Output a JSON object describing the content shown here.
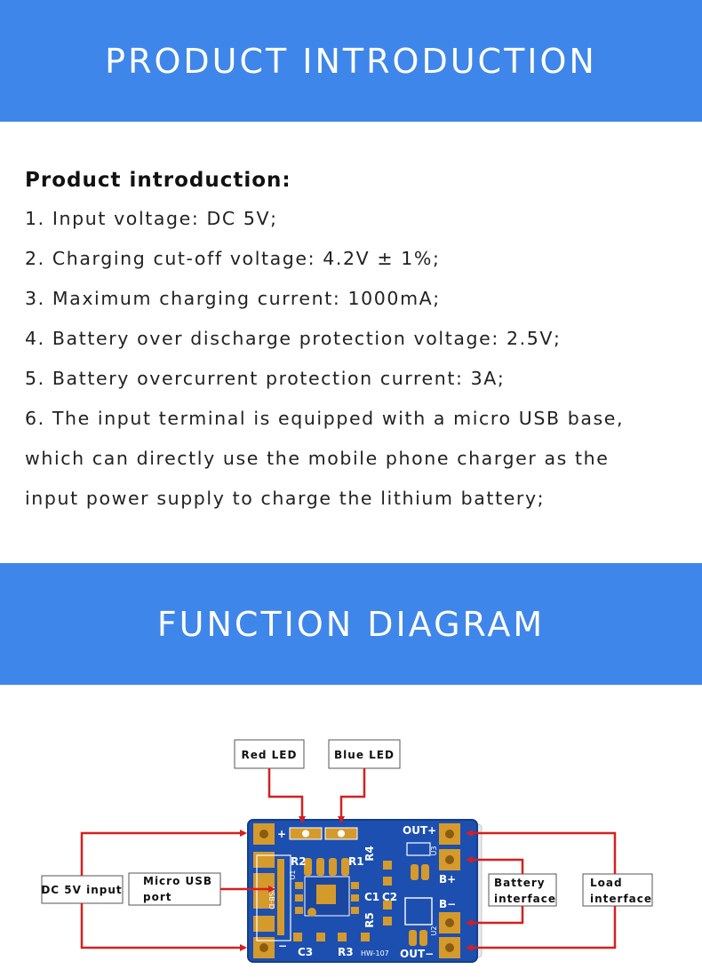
{
  "header": {
    "title": "PRODUCT INTRODUCTION"
  },
  "intro": {
    "heading": "Product introduction:",
    "items": [
      "1. Input voltage: DC 5V;",
      "2. Charging cut-off voltage: 4.2V ± 1%;",
      "3. Maximum charging current: 1000mA;",
      "4. Battery over discharge protection voltage: 2.5V;",
      "5. Battery overcurrent protection current: 3A;",
      "6. The input terminal is equipped with a micro USB base,",
      "which can directly use the mobile phone charger as the",
      "input power supply to charge the lithium battery;"
    ]
  },
  "function_section": {
    "title": "FUNCTION DIAGRAM"
  },
  "diagram": {
    "labels": {
      "red_led": "Red LED",
      "blue_led": "Blue LED",
      "dc_input": "DC 5V input",
      "micro_usb_1": "Micro USB",
      "micro_usb_2": "port",
      "battery_1": "Battery",
      "battery_2": "interface",
      "load_1": "Load",
      "load_2": "interface"
    },
    "silkscreen": {
      "plus": "+",
      "minus": "−",
      "r1": "R1",
      "r2": "R2",
      "r3": "R3",
      "r4": "R4",
      "r5": "R5",
      "c1": "C1",
      "c2": "C2",
      "c3": "C3",
      "u1": "U1",
      "u2": "U2",
      "u3": "U3",
      "usb": "USB-D",
      "out_plus": "OUT+",
      "b_plus": "B+",
      "b_minus": "B−",
      "out_minus": "OUT−",
      "model": "HW-107"
    },
    "colors": {
      "pcb": "#1c4fb0",
      "pad": "#d59a2c",
      "arrow": "#d42020",
      "banner": "#3f86ea"
    }
  }
}
